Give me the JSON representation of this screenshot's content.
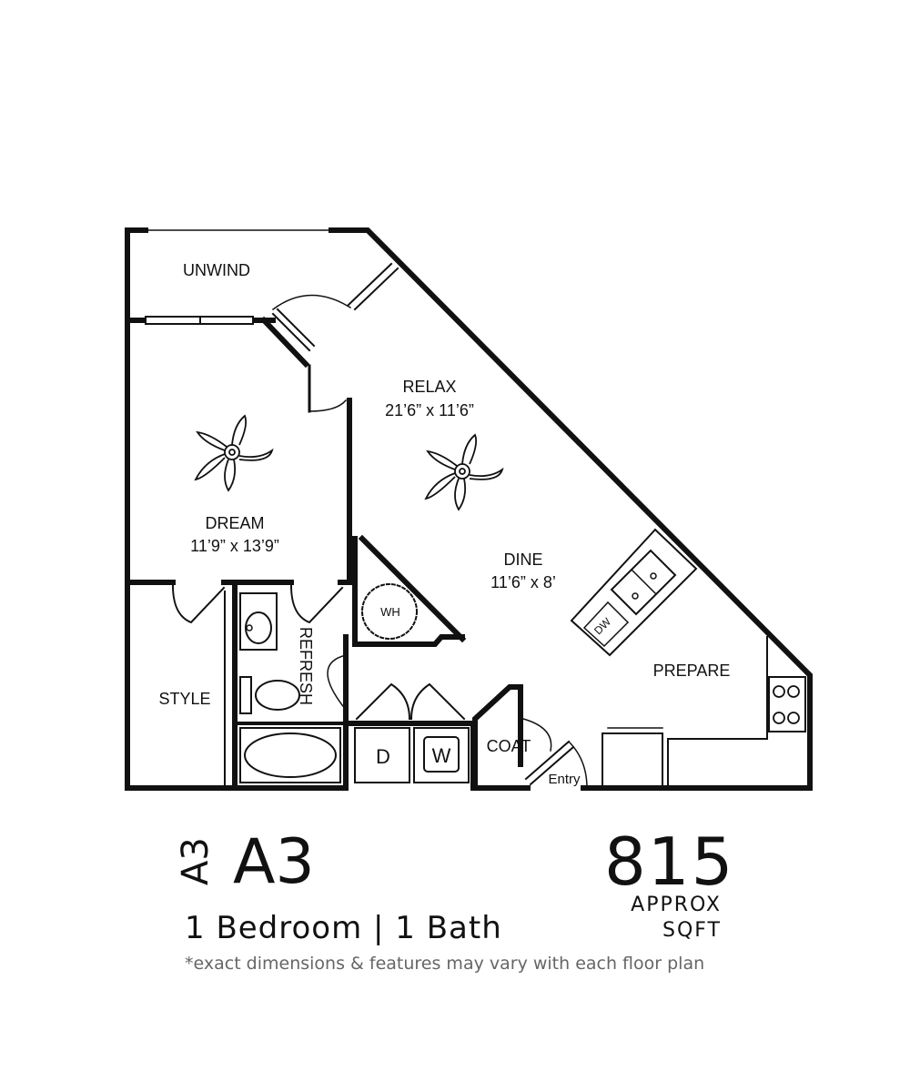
{
  "rooms": {
    "unwind": "UNWIND",
    "relax": "RELAX",
    "relax_dims": "21’6” x 11’6”",
    "dream": "DREAM",
    "dream_dims": "11’9” x 13’9”",
    "dine": "DINE",
    "dine_dims": "11’6” x 8’",
    "prepare": "PREPARE",
    "style": "STYLE",
    "refresh": "REFRESH",
    "coat": "COAT",
    "entry": "Entry"
  },
  "fixtures": {
    "water_heater": "WH",
    "dishwasher": "DW",
    "dryer": "D",
    "washer": "W"
  },
  "plan": {
    "code": "A3",
    "code_rotated": "A3",
    "beds_baths": "1 Bedroom | 1 Bath",
    "sqft": "815",
    "approx": "APPROX",
    "sqft_unit": "SQFT",
    "disclaimer": "*exact dimensions & features may vary with each floor plan"
  }
}
